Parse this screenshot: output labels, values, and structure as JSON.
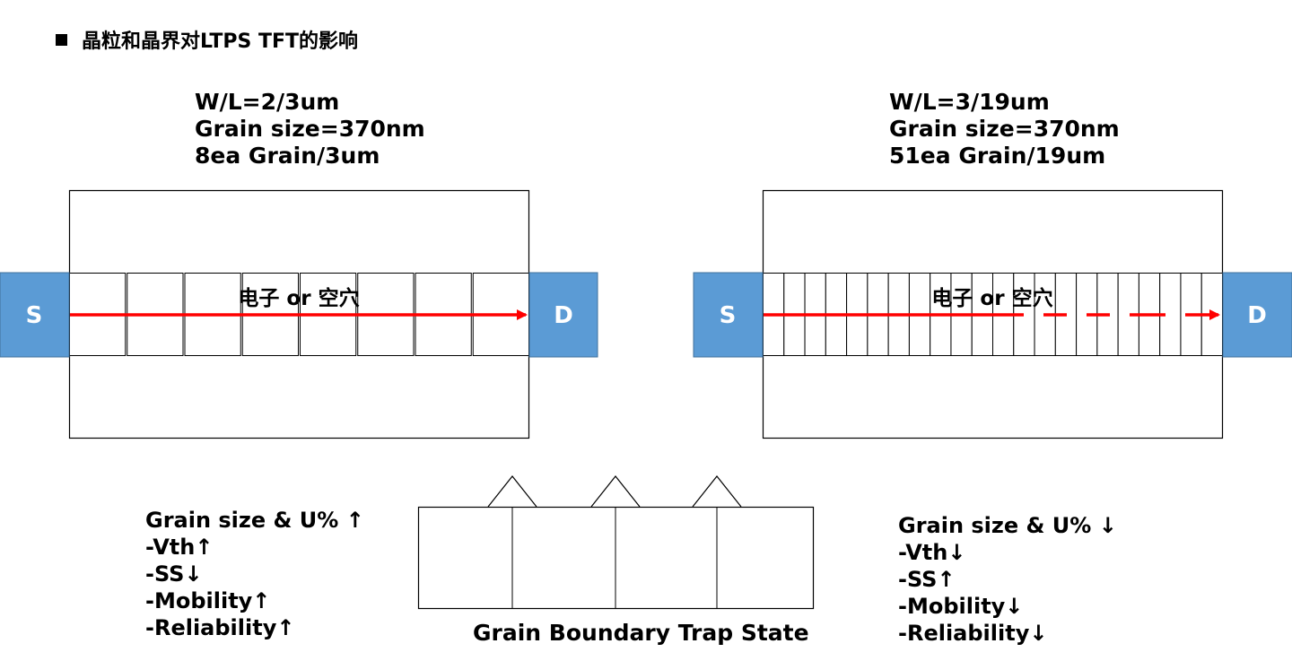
{
  "title": "晶粒和晶界对LTPS TFT的影响",
  "devices": [
    {
      "specs": [
        "W/L=2/3um",
        "Grain size=370nm",
        "8ea Grain/3um"
      ],
      "source_label": "S",
      "drain_label": "D",
      "carrier_label": "电子 or 空穴",
      "grain_count": 8,
      "properties": [
        "Grain size & U% ↑",
        "-Vth↑",
        "-SS↓",
        "-Mobility↑",
        "-Reliability↑"
      ]
    },
    {
      "specs": [
        "W/L=3/19um",
        "Grain size=370nm",
        "51ea Grain/19um"
      ],
      "source_label": "S",
      "drain_label": "D",
      "carrier_label": "电子 or 空穴",
      "grain_count": 22,
      "properties": [
        "Grain size & U% ↓",
        "-Vth↓",
        "-SS↑",
        "-Mobility↓",
        "-Reliability↓"
      ]
    }
  ],
  "trap_diagram": {
    "caption": "Grain Boundary Trap State",
    "grain_count": 4
  },
  "colors": {
    "electrode": "#5b9bd5",
    "electrode_text": "#ffffff",
    "arrow": "#ff0000",
    "line": "#000000"
  }
}
